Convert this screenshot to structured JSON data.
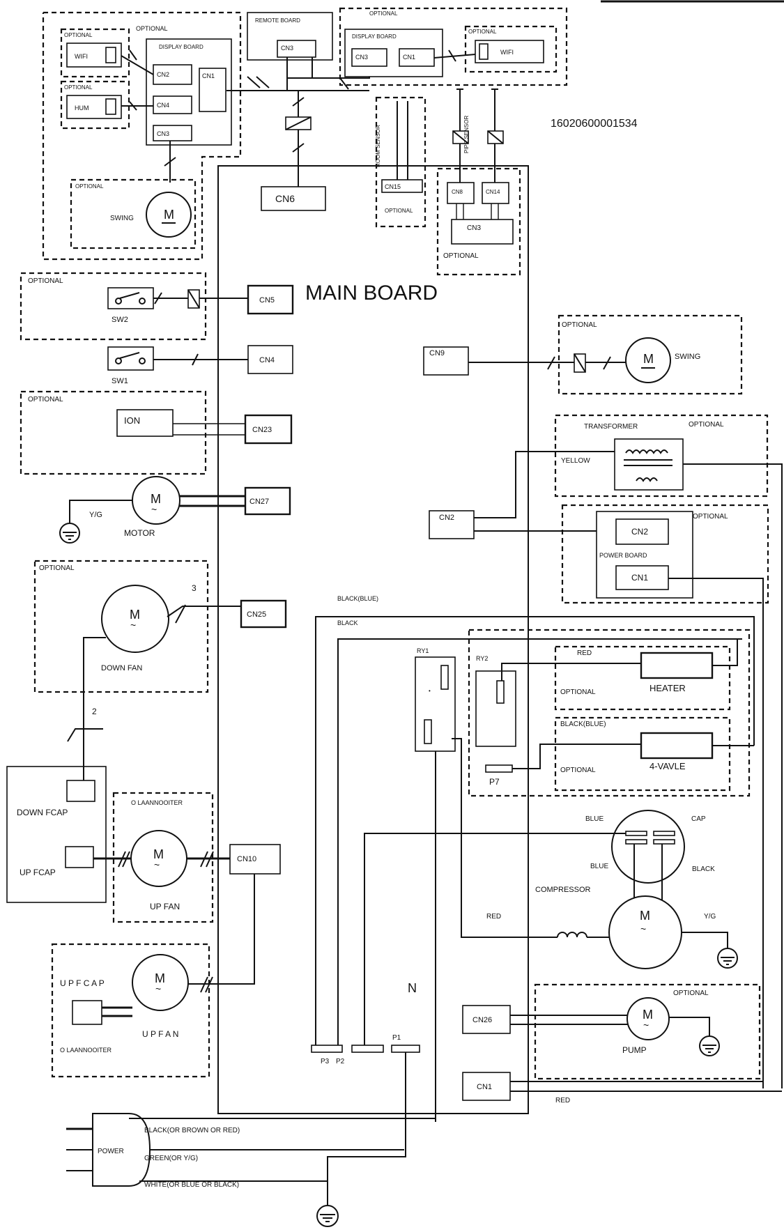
{
  "doc_code": "16020600001534",
  "main_board": "MAIN BOARD",
  "optional": "OPTIONAL",
  "display_board": "DISPLAY BOARD",
  "remote_board": "REMOTE BOARD",
  "power_board": "POWER BOARD",
  "transformer": "TRANSFORMER",
  "connectors": {
    "cn1": "CN1",
    "cn2": "CN2",
    "cn3": "CN3",
    "cn4": "CN4",
    "cn5": "CN5",
    "cn6": "CN6",
    "cn9": "CN9",
    "cn10": "CN10",
    "cn15": "CN15",
    "cn23": "CN23",
    "cn25": "CN25",
    "cn26": "CN26",
    "cn27": "CN27",
    "cn8": "CN8",
    "cn14": "CN14"
  },
  "modules": {
    "wifi": "WIFI",
    "hum": "HUM",
    "ion": "ION",
    "sw1": "SW1",
    "sw2": "SW2",
    "swing": "SWING",
    "motor": "MOTOR",
    "down_fan": "DOWN FAN",
    "up_fan": "UP FAN",
    "up_fan_spaced": "U P  F A N",
    "down_fcap": "DOWN  FCAP",
    "up_fcap": "UP  FCAP",
    "up_fcap_spaced": "U P    F C A P",
    "olaannooiter": "O LAANNOOITER",
    "heater": "HEATER",
    "four_valve": "4-VAVLE",
    "compressor": "COMPRESSOR",
    "pump": "PUMP",
    "cap": "CAP",
    "power": "POWER",
    "m": "M",
    "ry1": "RY1",
    "ry2": "RY2",
    "p1": "P1",
    "p2": "P2",
    "p3": "P3",
    "p7": "P7",
    "n": "N"
  },
  "wires": {
    "yellow": "YELLOW",
    "red": "RED",
    "blue": "BLUE",
    "black": "BLACK",
    "black_blue": "BLACK(BLUE)",
    "yg": "Y/G",
    "num2": "2",
    "num3": "3",
    "power_black": "BLACK(OR BROWN OR RED)",
    "power_green": "GREEN(OR Y/G)",
    "power_white": "WHITE(OR BLUE OR BLACK)"
  },
  "sensors": {
    "room_sensor": "ROOM SENSOR",
    "pipe_sensor": "PIPE SENSOR"
  }
}
